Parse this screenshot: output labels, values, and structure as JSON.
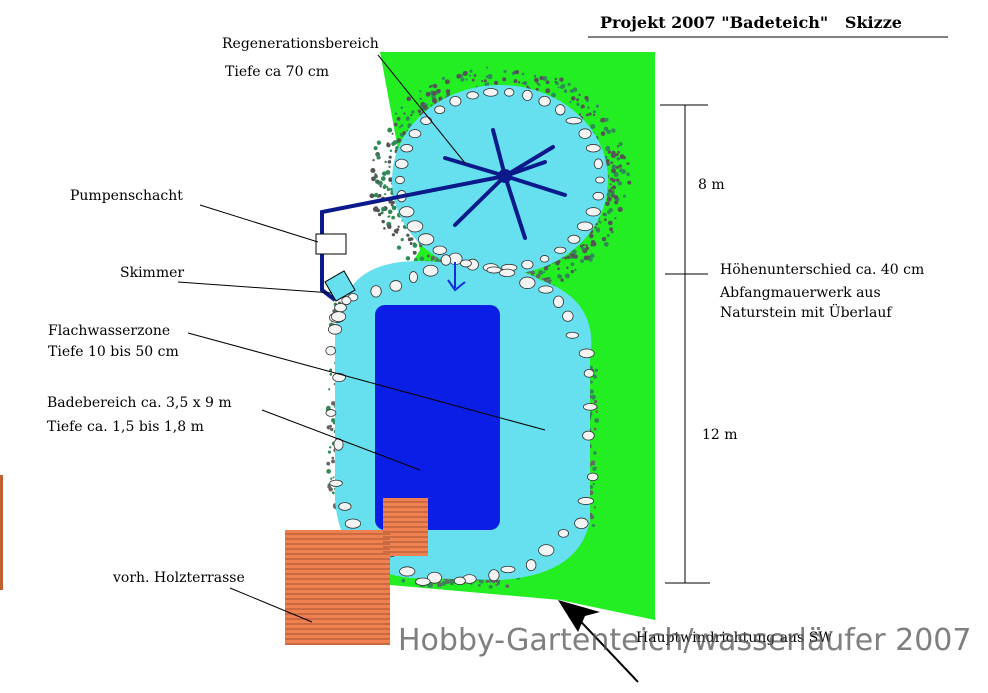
{
  "title": "Projekt 2007 \"Badeteich\"   Skizze",
  "labels": {
    "regeneration": "Regenerationsbereich",
    "regeneration_depth": "Tiefe ca 70 cm",
    "pump": "Pumpenschacht",
    "skimmer": "Skimmer",
    "shallow": "Flachwasserzone",
    "shallow_depth": "Tiefe 10 bis 50 cm",
    "bathing": "Badebereich ca. 3,5 x 9 m",
    "bathing_depth": "Tiefe ca. 1,5 bis 1,8 m",
    "terrace": "vorh. Holzterrasse",
    "wind": "Hauptwindrichtung aus SW"
  },
  "dimensions": {
    "upper": "8 m",
    "lower": "12 m"
  },
  "notes": {
    "height_diff": "Höhenunterschied ca. 40 cm",
    "wall_line1": "Abfangmauerwerk aus",
    "wall_line2": "Naturstein mit Überlauf"
  },
  "watermark": "Hobby-Gartenteich/wasserläufer 2007",
  "colors": {
    "lawn": "#22ee22",
    "shallow_water": "#66e0ee",
    "deep_water": "#0a1ee6",
    "pipe": "#0a1a8a",
    "terrace": "#f08050",
    "stone": "#f4f4f4",
    "plants": "#2e8b57"
  }
}
